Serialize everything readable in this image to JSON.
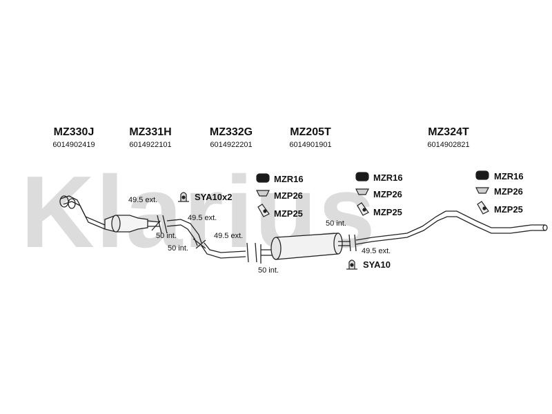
{
  "watermark": "Klarius",
  "parts": [
    {
      "code": "MZ330J",
      "number": "6014902419"
    },
    {
      "code": "MZ331H",
      "number": "6014922101"
    },
    {
      "code": "MZ332G",
      "number": "6014922201"
    },
    {
      "code": "MZ205T",
      "number": "6014901901"
    },
    {
      "code": "MZ324T",
      "number": "6014902821"
    }
  ],
  "joints": {
    "j1_ext": "49.5 ext.",
    "j1_int": "50 int.",
    "j2_ext": "49.5 ext.",
    "j2_int": "50 int.",
    "j3_ext": "49.5 ext.",
    "j3_int": "50 int.",
    "j4_int": "50 int.",
    "j4_ext": "49.5 ext."
  },
  "fittings": {
    "sya_a": "SYA10x2",
    "sya_b": "SYA10",
    "group1": [
      "MZR16",
      "MZP26",
      "MZP25"
    ],
    "group2": [
      "MZR16",
      "MZP26",
      "MZP25"
    ],
    "group3": [
      "MZR16",
      "MZP26",
      "MZP25"
    ]
  },
  "icons": [
    "rubber-mount-icon",
    "bracket-icon",
    "clamp-icon",
    "exhaust-hanger-icon"
  ]
}
